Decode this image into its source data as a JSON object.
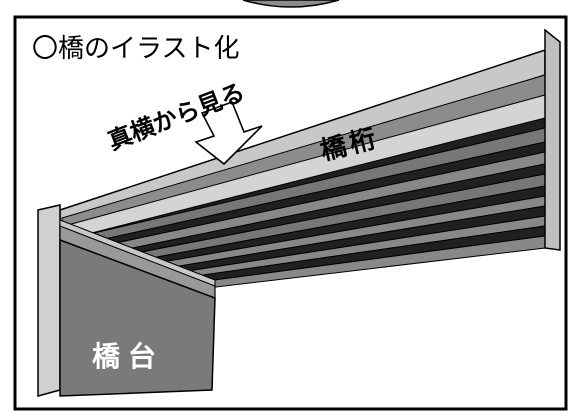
{
  "title": "〇橋のイラスト化",
  "labels": {
    "view_direction": "真横から見る",
    "girder": "橋桁",
    "abutment": "橋台"
  },
  "colors": {
    "frame": "#000000",
    "deck_light": "#c8c8c8",
    "deck_mid": "#8c8c8c",
    "girder_dark": "#202020",
    "abutment": "#7a7a7a",
    "abutment_side": "#d0d0d0"
  }
}
